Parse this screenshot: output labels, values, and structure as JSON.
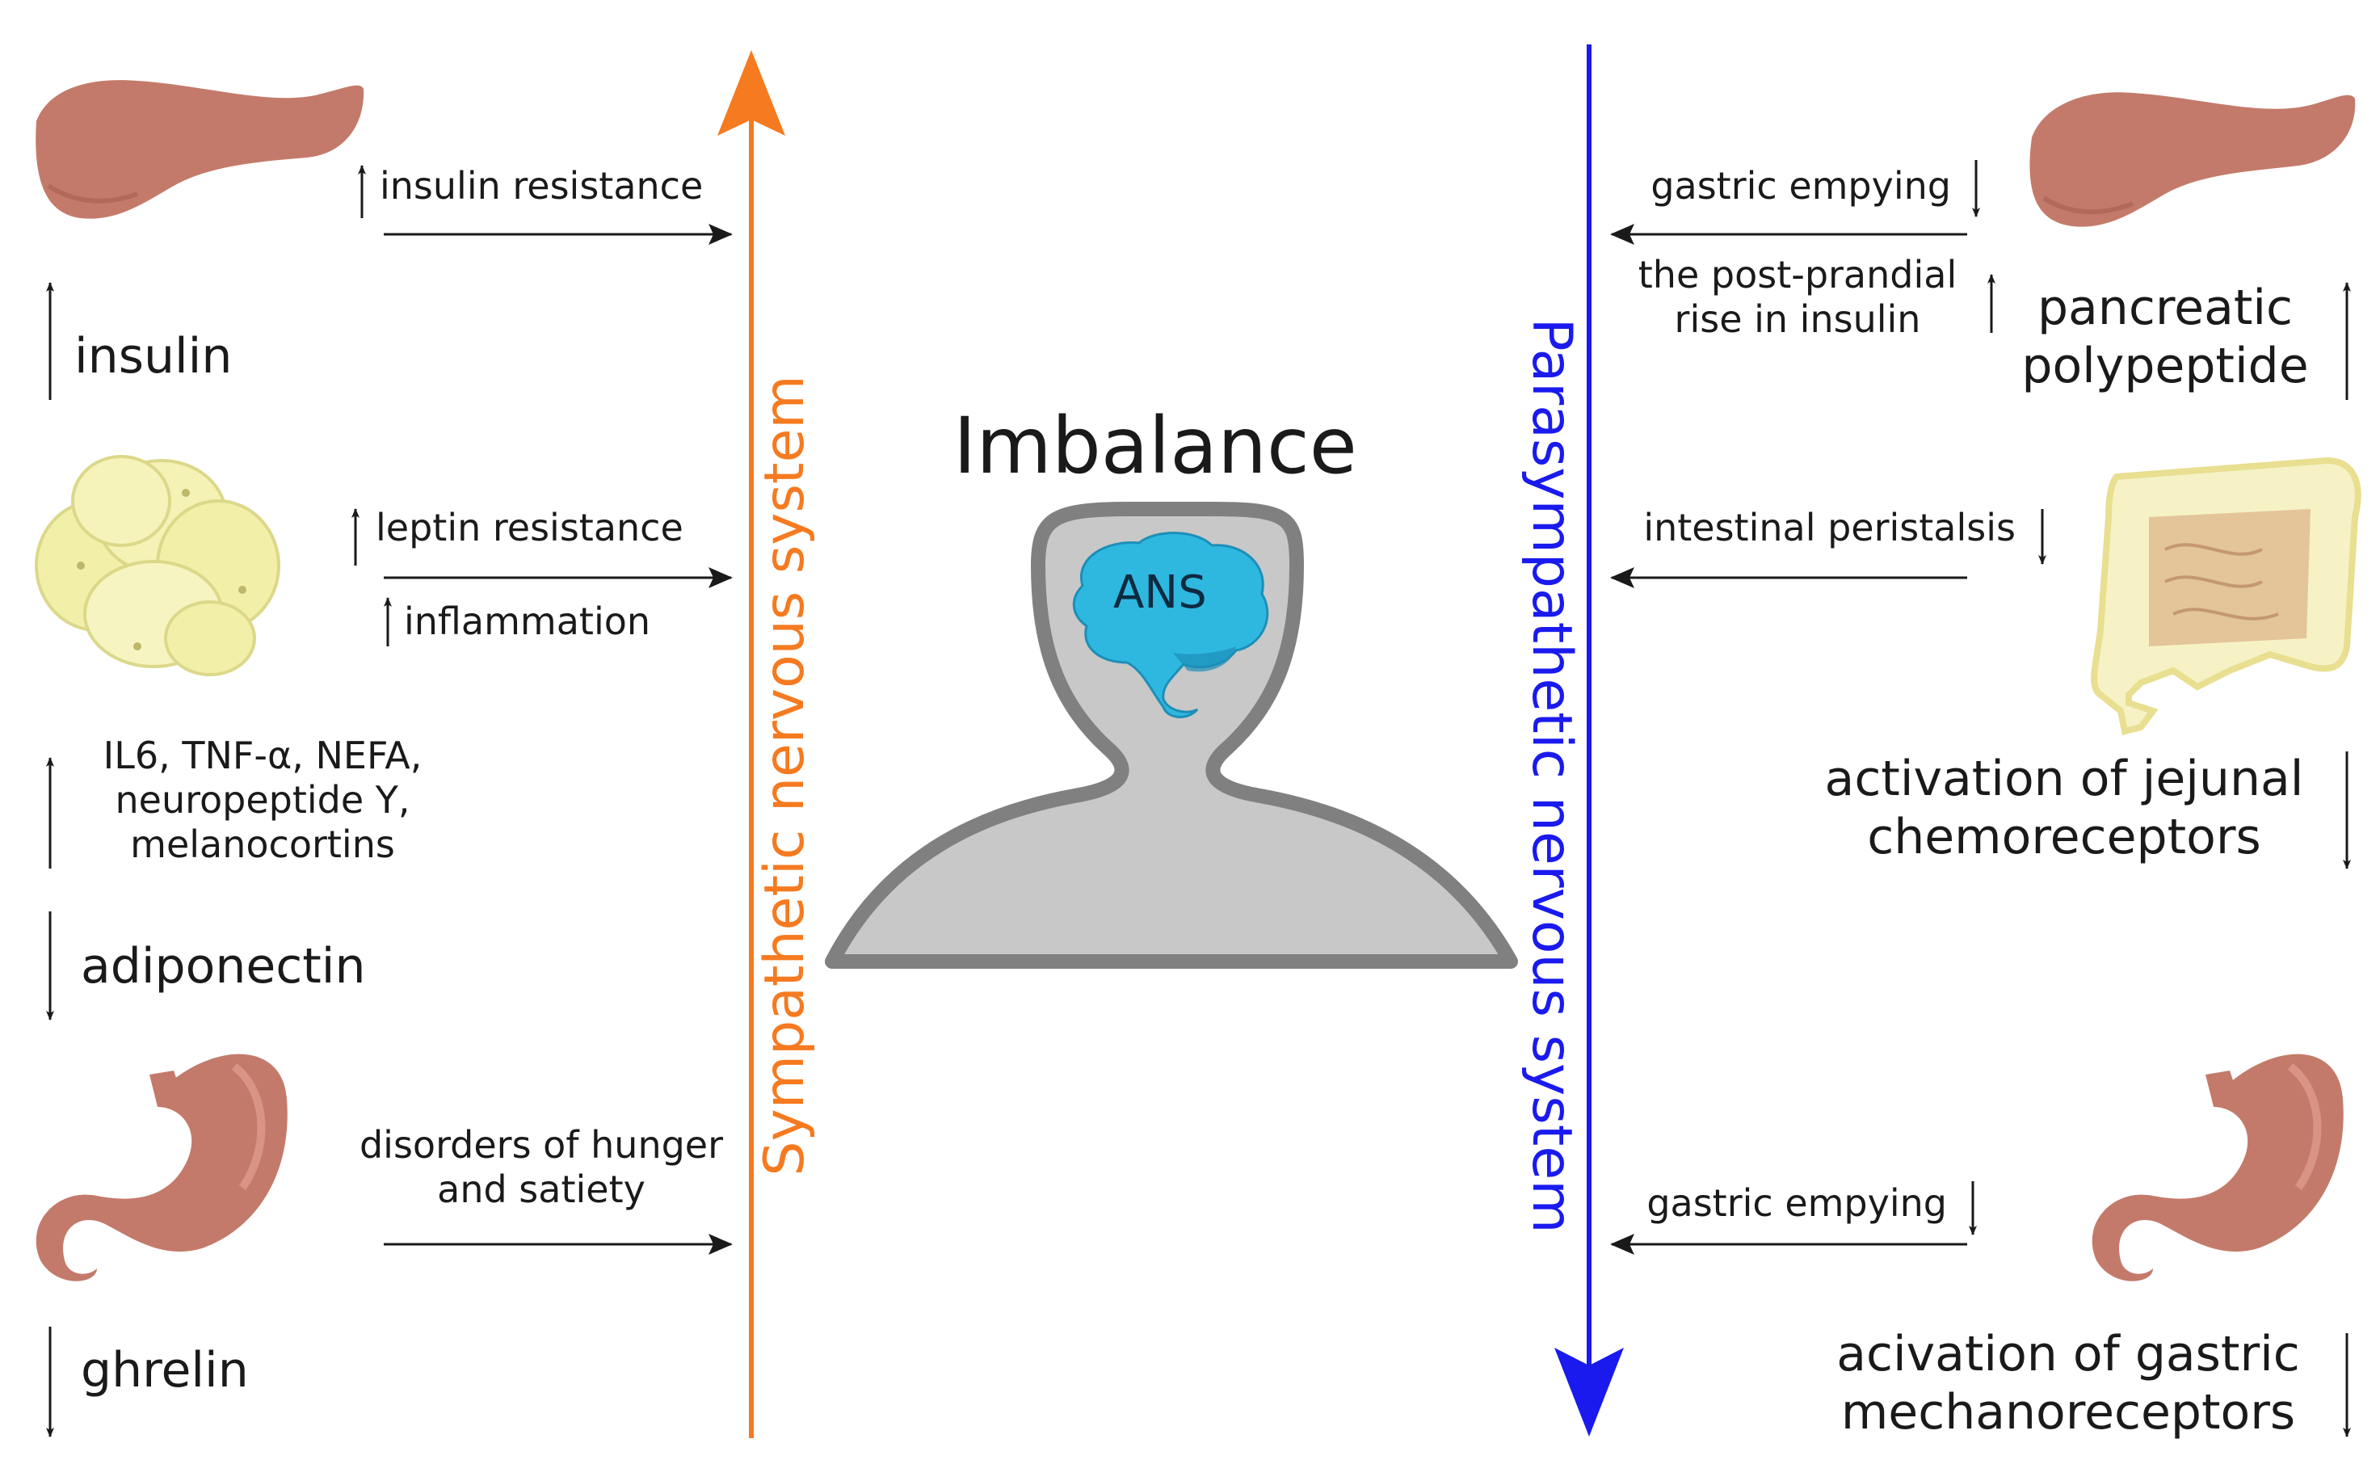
{
  "title": "Imbalance",
  "brain_label": "ANS",
  "colors": {
    "sympathetic": "#f57a20",
    "parasympathetic": "#1a1aee",
    "head_fill": "#c8c8c8",
    "head_outline": "#808080",
    "brain": "#2eb8e0",
    "organ": "#c47a6a",
    "fat": "#f2f0a8"
  },
  "left_axis": {
    "label": "Sympathetic nervous system"
  },
  "right_axis": {
    "label": "Parasympathetic nervous system"
  },
  "left": {
    "pancreas_effect": "insulin resistance",
    "insulin": "insulin",
    "leptin": "leptin resistance",
    "inflammation": "inflammation",
    "cytokines": [
      "IL6, TNF-α, NEFA,",
      "neuropeptide Y,",
      "melanocortins"
    ],
    "adiponectin": "adiponectin",
    "hunger": [
      "disorders of hunger",
      "and satiety"
    ],
    "ghrelin": "ghrelin"
  },
  "right": {
    "gastric1": "gastric empying",
    "insulin_rise": [
      "the post-prandial",
      "rise in insulin"
    ],
    "pancreatic": [
      "pancreatic",
      "polypeptide"
    ],
    "peristalsis": "intestinal peristalsis",
    "jejunal": [
      "activation of jejunal",
      "chemoreceptors"
    ],
    "gastric2": "gastric empying",
    "mechano": [
      "acivation of gastric",
      "mechanoreceptors"
    ]
  }
}
